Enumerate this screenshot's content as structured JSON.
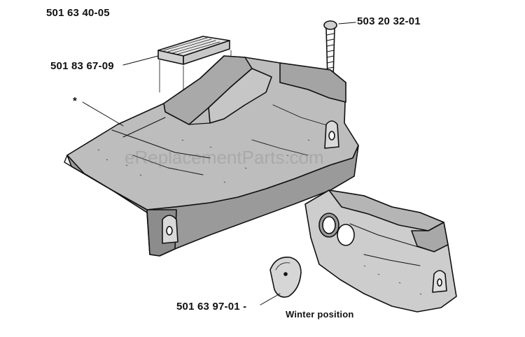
{
  "diagram": {
    "part_numbers": {
      "top_left": "501 63 40-05",
      "bolt": "503 20 32-01",
      "filter": "501 83 67-09",
      "winter_plate": "501 63 97-01 -"
    },
    "marker": "*",
    "caption": "Winter position",
    "watermark": "eReplacementParts.com"
  }
}
